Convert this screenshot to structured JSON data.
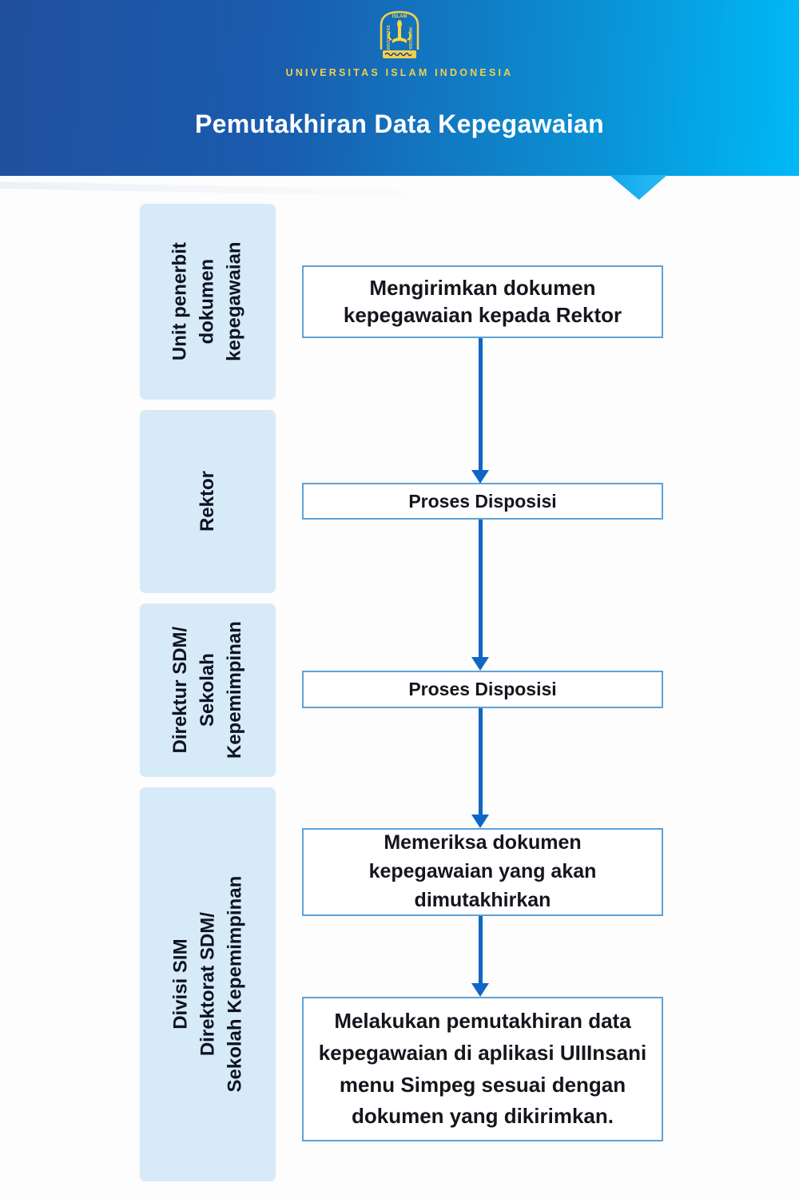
{
  "header": {
    "university_wordmark": "UNIVERSITAS ISLAM INDONESIA",
    "title": "Pemutakhiran Data Kepegawaian",
    "logo": {
      "top_text": "ISLAM",
      "left_text": "UNIVERSITAS",
      "right_text": "INDONESIA"
    }
  },
  "lanes": [
    {
      "lines": [
        "Unit penerbit",
        "dokumen",
        "kepegawaian"
      ]
    },
    {
      "lines": [
        "Rektor"
      ]
    },
    {
      "lines": [
        "Direktur SDM/",
        "Sekolah",
        "Kepemimpinan"
      ]
    },
    {
      "lines": [
        "Divisi SIM",
        "Direktorat SDM/",
        "Sekolah Kepemimpinan"
      ]
    }
  ],
  "steps": [
    {
      "lines": [
        "Mengirimkan dokumen",
        "kepegawaian kepada Rektor"
      ]
    },
    {
      "lines": [
        "Proses Disposisi"
      ]
    },
    {
      "lines": [
        "Proses Disposisi"
      ]
    },
    {
      "lines": [
        "Memeriksa dokumen",
        "kepegawaian yang akan",
        "dimutakhirkan"
      ]
    },
    {
      "lines": [
        "Melakukan pemutakhiran data",
        "kepegawaian di aplikasi UIIInsani",
        "menu Simpeg sesuai dengan",
        "dokumen yang dikirimkan."
      ]
    }
  ],
  "colors": {
    "header_gradient_left": "#20509f",
    "header_gradient_right": "#00b9f6",
    "gold": "#eed04e",
    "lamp_yellow": "#ffd83b",
    "lane_background": "#d7eaf7",
    "step_border": "#5da2da",
    "arrow": "#0f66c5",
    "text_dark": "#14161d",
    "title_white": "#ffffff"
  }
}
